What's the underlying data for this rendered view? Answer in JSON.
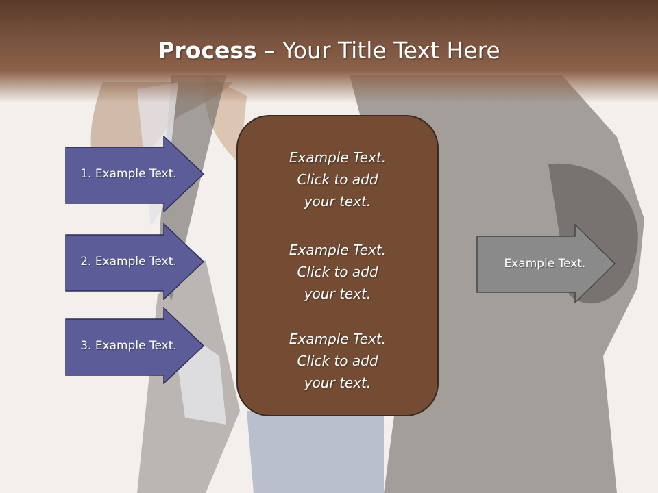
{
  "slide": {
    "title_bold": "Process",
    "title_rest": " – Your Title Text Here"
  },
  "left_arrows": [
    {
      "label": "1. Example Text."
    },
    {
      "label": "2. Example Text."
    },
    {
      "label": "3. Example Text."
    }
  ],
  "center_box": {
    "blocks": [
      {
        "line1": "Example Text.",
        "line2": "Click  to add",
        "line3": "your text."
      },
      {
        "line1": "Example Text.",
        "line2": "Click  to add",
        "line3": "your text."
      },
      {
        "line1": "Example Text.",
        "line2": "Click  to add",
        "line3": "your text."
      }
    ]
  },
  "right_arrow": {
    "label": "Example Text."
  },
  "colors": {
    "title_bar": "#7a5440",
    "left_arrow_fill": "#5b5c98",
    "center_box_fill": "#744c34",
    "right_arrow_fill": "#8a8a8a"
  }
}
